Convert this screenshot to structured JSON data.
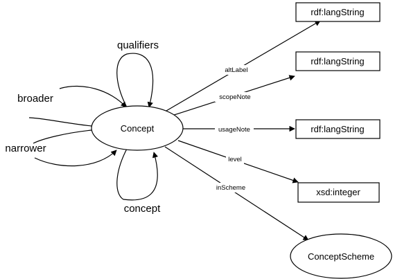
{
  "nodes": {
    "concept": "Concept",
    "alt_label_range": "rdf:langString",
    "scope_note_range": "rdf:langString",
    "usage_note_range": "rdf:langString",
    "level_range": "xsd:integer",
    "concept_scheme": "ConceptScheme"
  },
  "self_loops": {
    "qualifiers": "qualifiers",
    "broader": "broader",
    "narrower": "narrower",
    "concept": "concept"
  },
  "edges": {
    "alt_label": "altLabel",
    "scope_note": "scopeNote",
    "usage_note": "usageNote",
    "level": "level",
    "in_scheme": "inScheme"
  }
}
